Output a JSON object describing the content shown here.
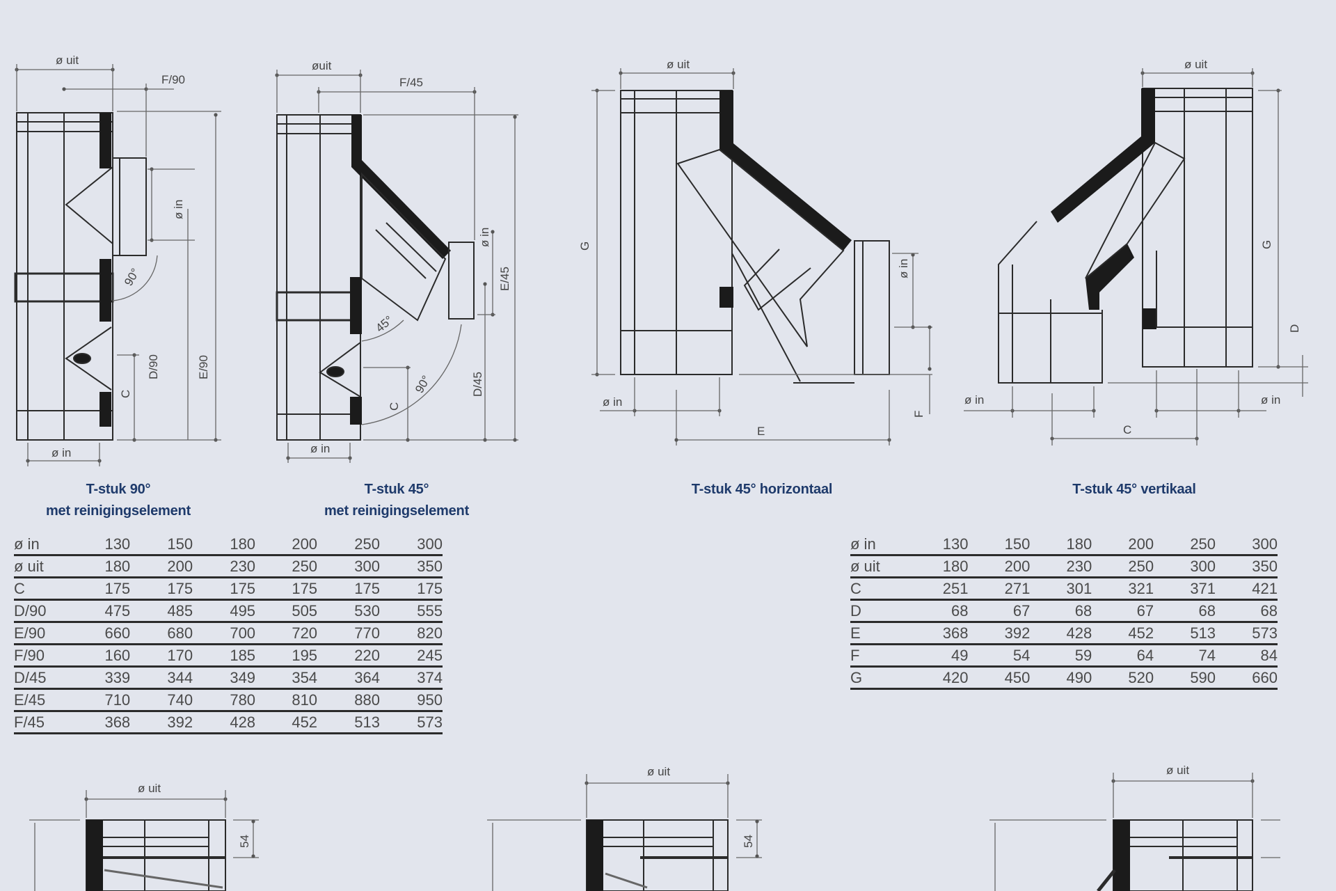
{
  "diagrams": [
    {
      "id": "t-stuk-90",
      "caption_line1": "T-stuk 90°",
      "caption_line2": "met reinigingselement",
      "labels": {
        "dia_out": "ø uit",
        "dia_in": "ø in",
        "dia_in_side": "ø in",
        "f": "F/90",
        "d": "D/90",
        "e": "E/90",
        "c": "C",
        "angle": "90°"
      }
    },
    {
      "id": "t-stuk-45",
      "caption_line1": "T-stuk 45°",
      "caption_line2": "met reinigingselement",
      "labels": {
        "dia_out": "øuit",
        "dia_in": "ø in",
        "dia_in_side": "ø in",
        "f": "F/45",
        "d": "D/45",
        "e": "E/45",
        "c": "C",
        "angle_45": "45°",
        "angle_90": "90°"
      }
    },
    {
      "id": "t-stuk-45-horizontaal",
      "caption_line1": "T-stuk 45° horizontaal",
      "labels": {
        "dia_out": "ø uit",
        "dia_in": "ø in",
        "dia_in_side": "ø in",
        "g": "G",
        "e": "E",
        "f": "F"
      }
    },
    {
      "id": "t-stuk-45-vertikaal",
      "caption_line1": "T-stuk 45° vertikaal",
      "labels": {
        "dia_out": "ø uit",
        "dia_in_left": "ø in",
        "dia_in_right": "ø in",
        "g": "G",
        "d": "D",
        "c": "C"
      }
    }
  ],
  "bottom_diagrams": [
    {
      "dia_out": "ø uit",
      "dim": "54"
    },
    {
      "dia_out": "ø uit",
      "dim": "54"
    },
    {
      "dia_out": "ø uit",
      "dim": ""
    }
  ],
  "tables": {
    "left": {
      "columns": [
        "ø in",
        "130",
        "150",
        "180",
        "200",
        "250",
        "300"
      ],
      "rows": [
        [
          "ø uit",
          "180",
          "200",
          "230",
          "250",
          "300",
          "350"
        ],
        [
          "C",
          "175",
          "175",
          "175",
          "175",
          "175",
          "175"
        ],
        [
          "D/90",
          "475",
          "485",
          "495",
          "505",
          "530",
          "555"
        ],
        [
          "E/90",
          "660",
          "680",
          "700",
          "720",
          "770",
          "820"
        ],
        [
          "F/90",
          "160",
          "170",
          "185",
          "195",
          "220",
          "245"
        ],
        [
          "D/45",
          "339",
          "344",
          "349",
          "354",
          "364",
          "374"
        ],
        [
          "E/45",
          "710",
          "740",
          "780",
          "810",
          "880",
          "950"
        ],
        [
          "F/45",
          "368",
          "392",
          "428",
          "452",
          "513",
          "573"
        ]
      ]
    },
    "right": {
      "columns": [
        "ø in",
        "130",
        "150",
        "180",
        "200",
        "250",
        "300"
      ],
      "rows": [
        [
          "ø uit",
          "180",
          "200",
          "230",
          "250",
          "300",
          "350"
        ],
        [
          "C",
          "251",
          "271",
          "301",
          "321",
          "371",
          "421"
        ],
        [
          "D",
          "68",
          "67",
          "68",
          "67",
          "68",
          "68"
        ],
        [
          "E",
          "368",
          "392",
          "428",
          "452",
          "513",
          "573"
        ],
        [
          "F",
          "49",
          "54",
          "59",
          "64",
          "74",
          "84"
        ],
        [
          "G",
          "420",
          "450",
          "490",
          "520",
          "590",
          "660"
        ]
      ]
    }
  },
  "colors": {
    "background": "#e2e5ed",
    "caption": "#1e3a6b",
    "line": "#2b2b2b"
  }
}
